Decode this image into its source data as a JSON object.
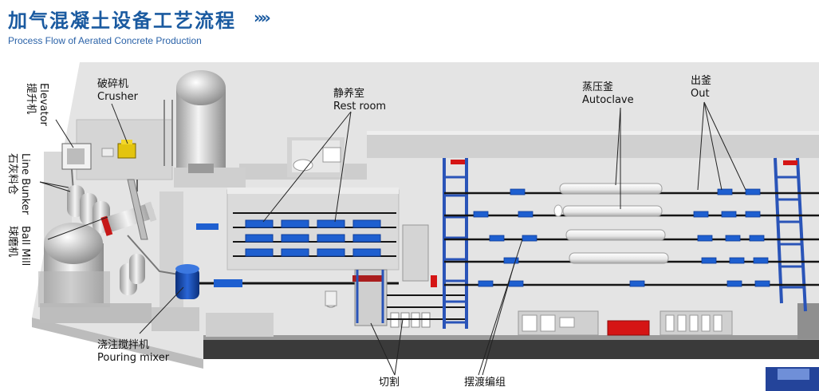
{
  "header": {
    "title_cn": "加气混凝土设备工艺流程",
    "title_en": "Process Flow of Aerated Concrete Production",
    "chevrons": "»»"
  },
  "labels": {
    "elevator": {
      "cn": "提升机",
      "en": "Elevator"
    },
    "line_bunker": {
      "cn": "石灰料仓",
      "en": "Line Bunker"
    },
    "ball_mill": {
      "cn": "球磨机",
      "en": "Ball Mill"
    },
    "crusher": {
      "cn": "破碎机",
      "en": "Crusher"
    },
    "rest_room": {
      "cn": "静养室",
      "en": "Rest room"
    },
    "autoclave": {
      "cn": "蒸压釜",
      "en": "Autoclave"
    },
    "out": {
      "cn": "出釜",
      "en": "Out"
    },
    "pouring_mixer": {
      "cn": "浇注搅拌机",
      "en": "Pouring mixer"
    },
    "cutting": {
      "cn": "切割"
    },
    "ferry_grouping": {
      "cn": "摆渡编组"
    }
  },
  "colors": {
    "title": "#1a5aa0",
    "floor": "#e3e3e3",
    "wall": "#cfcfcf",
    "wall_dark": "#3c3c3c",
    "mold_blue": "#1e5fd0",
    "frame_blue": "#2a54b8",
    "red": "#d51515",
    "track": "#111111",
    "autoclave": "#ececec"
  }
}
